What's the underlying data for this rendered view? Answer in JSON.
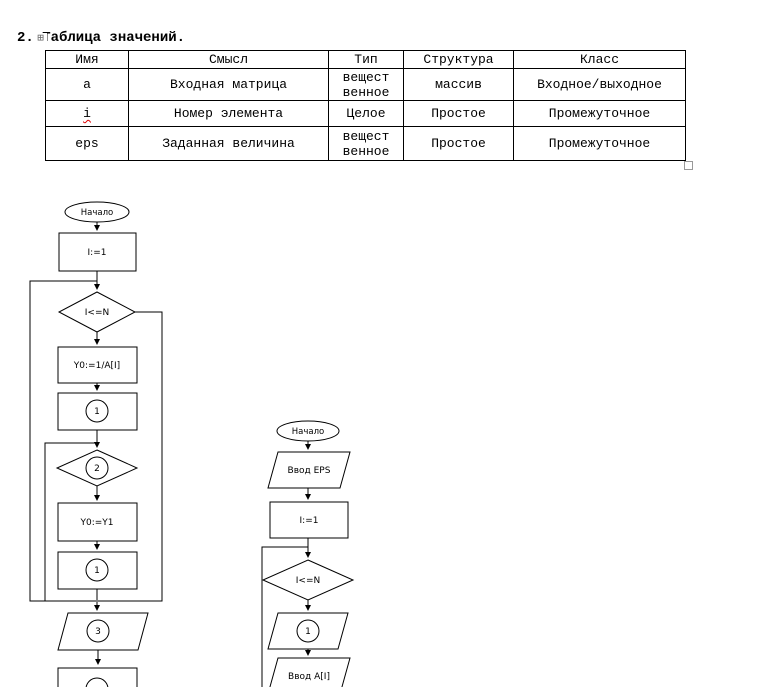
{
  "heading": {
    "text": "2. Таблица значений."
  },
  "icons": {
    "table_move_handle": "⊞"
  },
  "table": {
    "headers": [
      "Имя",
      "Смысл",
      "Тип",
      "Структура",
      "Класс"
    ],
    "rows": [
      [
        "a",
        "Входная матрица",
        "вещест\nвенное",
        "массив",
        "Входное/выходное"
      ],
      [
        "i",
        "Номер элемента",
        "Целое",
        "Простое",
        "Промежуточное"
      ],
      [
        "eps",
        "Заданная величина",
        "вещест\nвенное",
        "Простое",
        "Промежуточное"
      ]
    ]
  },
  "flowchart_left": {
    "start_label": "Начало",
    "init_label": "I:=1",
    "cond_label": "I<=N",
    "calc_label": "Y0:=1/A[I]",
    "connector_1": "1",
    "connector_2": "2",
    "assign_label": "Y0:=Y1",
    "connector_1b": "1",
    "connector_3": "3"
  },
  "flowchart_right": {
    "start_label": "Начало",
    "input_eps_label": "Ввод EPS",
    "init_label": "I:=1",
    "cond_label": "I<=N",
    "connector_1": "1",
    "input_a_label": "Ввод A[I]"
  }
}
